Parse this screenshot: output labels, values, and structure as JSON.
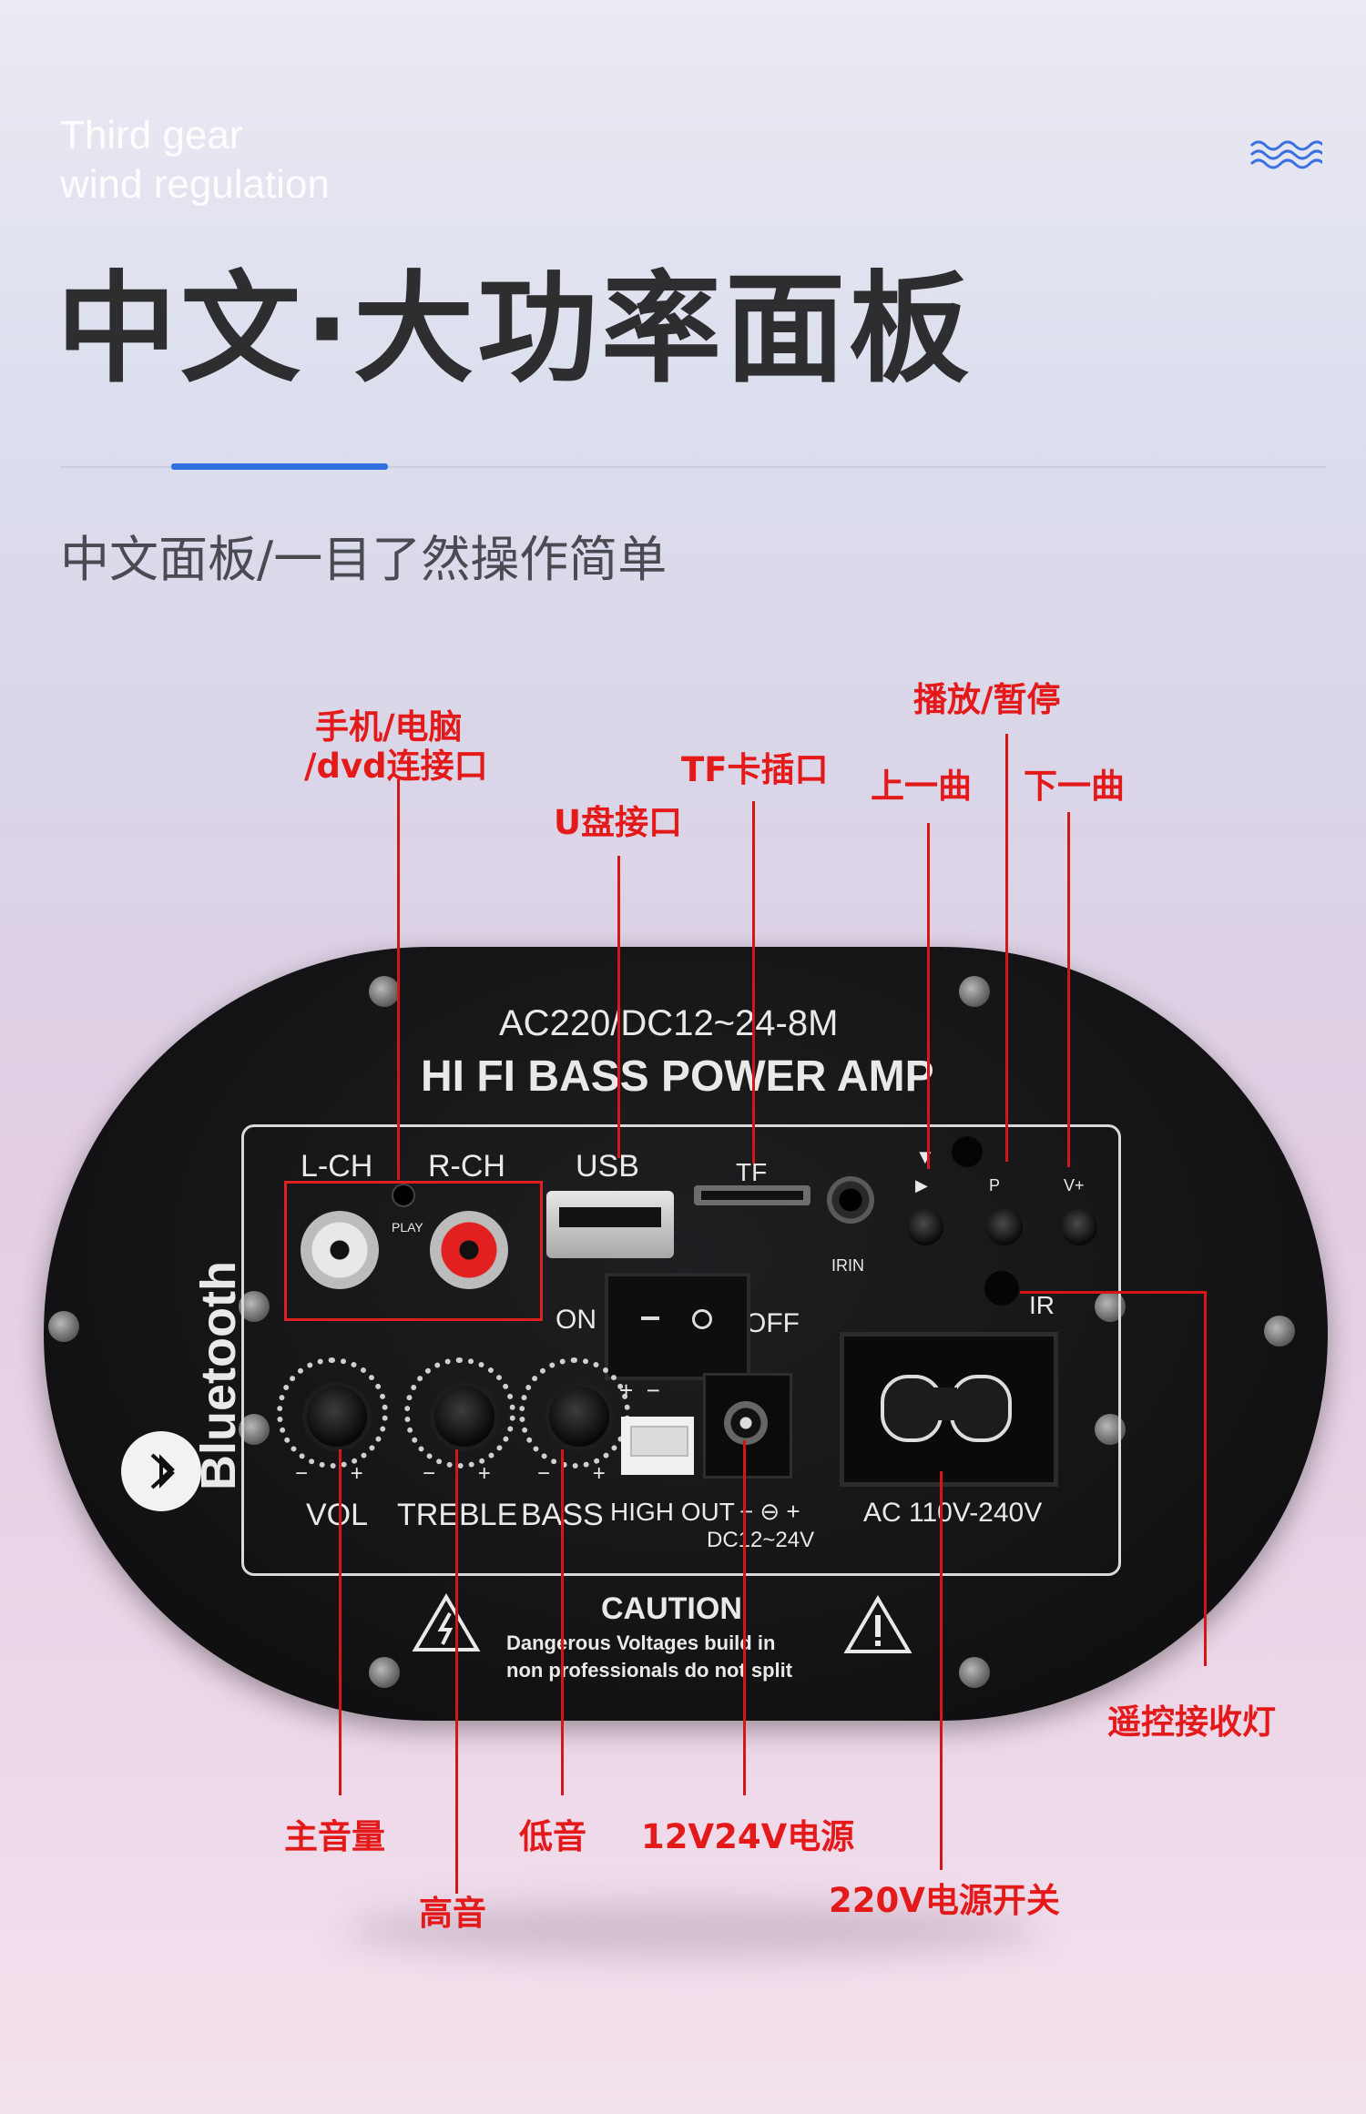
{
  "header": {
    "english_line1": "Third gear",
    "english_line2": "wind regulation",
    "title": "中文·大功率面板",
    "subtitle": "中文面板/一目了然操作简单"
  },
  "callouts": {
    "phone_pc_line1": "手机/电脑",
    "phone_pc_line2": "/dvd连接口",
    "usb_port": "U盘接口",
    "tf_slot": "TF卡插口",
    "play_pause": "播放/暂停",
    "prev_track": "上一曲",
    "next_track": "下一曲",
    "remote_receiver": "遥控接收灯",
    "master_volume": "主音量",
    "treble": "高音",
    "bass": "低音",
    "dc_power": "12V24V电源",
    "ac_switch": "220V电源开关"
  },
  "panel": {
    "model": "AC220/DC12~24-8M",
    "name": "HI FI BASS POWER AMP",
    "lch": "L-CH",
    "rch": "R-CH",
    "play": "PLAY",
    "usb": "USB",
    "tf": "TF",
    "irin": "IRIN",
    "ir": "IR",
    "on": "ON",
    "off": "OFF",
    "vol": "VOL",
    "treble": "TREBLE",
    "bass": "BASS",
    "high_out": "HIGH OUT",
    "dc": "DC12~24V",
    "ac": "AC 110V-240V",
    "caution": "CAUTION",
    "warn1": "Dangerous Voltages build in",
    "warn2": "non professionals do not split",
    "bluetooth": "Bluetooth"
  },
  "colors": {
    "callout_red": "#e41a1a",
    "accent_blue": "#2f6fe0",
    "title_dark": "#2e2e30"
  }
}
